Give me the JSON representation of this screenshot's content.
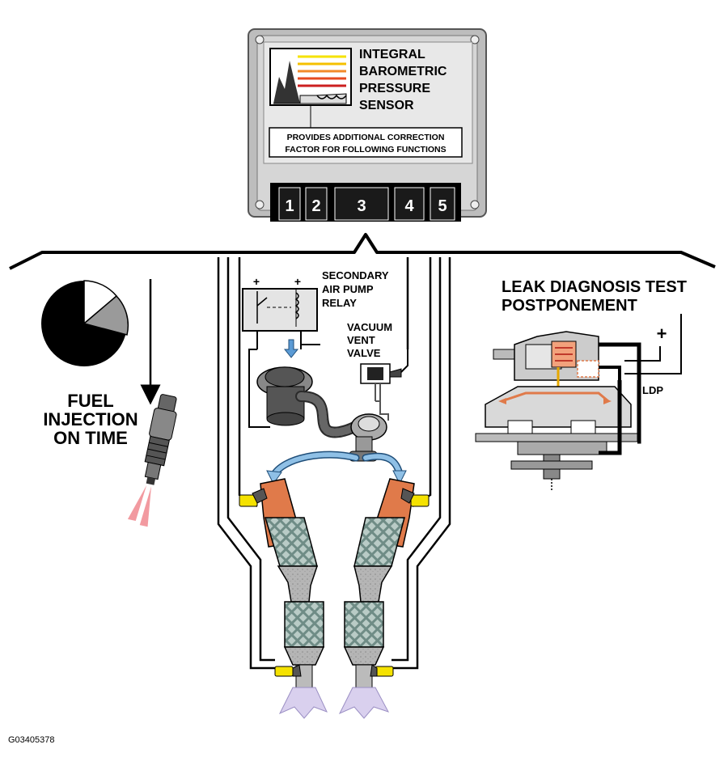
{
  "sensor_module": {
    "title_lines": [
      "INTEGRAL",
      "BAROMETRIC",
      "PRESSURE",
      "SENSOR"
    ],
    "note_lines": [
      "PROVIDES ADDITIONAL CORRECTION",
      "FACTOR FOR FOLLOWING FUNCTIONS"
    ],
    "pins": [
      "1",
      "2",
      "3",
      "4",
      "5"
    ]
  },
  "fuel_injection": {
    "label_lines": [
      "FUEL",
      "INJECTION",
      "ON TIME"
    ]
  },
  "secondary_air": {
    "relay_label_lines": [
      "SECONDARY",
      "AIR PUMP",
      "RELAY"
    ],
    "valve_label_lines": [
      "VACUUM",
      "VENT",
      "VALVE"
    ],
    "plus_sign": "+"
  },
  "leak_diagnosis": {
    "title_lines": [
      "LEAK DIAGNOSIS TEST",
      "POSTPONEMENT"
    ],
    "ldp_label": "LDP",
    "plus_sign": "+"
  },
  "figure_id": "G03405378",
  "colors": {
    "module_gray": "#c8c8c8",
    "catalyst_copper": "#e07a4a",
    "sensor_yellow": "#f5e200",
    "air_flow_blue": "#8fc0e6",
    "exhaust_lavender": "#d9d0ee",
    "pipe_gray": "#a9a9a9"
  }
}
